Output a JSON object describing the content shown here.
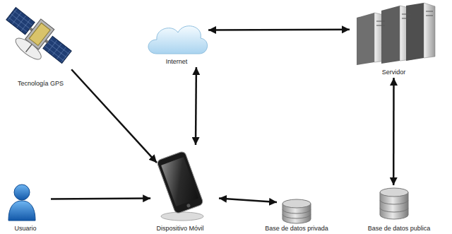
{
  "diagram": {
    "nodes": [
      {
        "text": [
          "Tecnología GPS"
        ]
      },
      {
        "text": [
          "Internet"
        ]
      },
      {
        "text": [
          "Servidor"
        ]
      },
      {
        "text": [
          "Usuario"
        ]
      },
      {
        "text": [
          "Dispositivo Móvil"
        ]
      },
      {
        "text": [
          "Base de datos privada"
        ]
      },
      {
        "text": [
          "Base de datos publica"
        ]
      }
    ],
    "edges": [
      {
        "from": 0,
        "to": 4,
        "arrow": "to"
      },
      {
        "from": 3,
        "to": 4,
        "arrow": "to"
      },
      {
        "from": 4,
        "to": 1,
        "arrow": "both"
      },
      {
        "from": 1,
        "to": 2,
        "arrow": "both"
      },
      {
        "from": 2,
        "to": 6,
        "arrow": "both"
      },
      {
        "from": 4,
        "to": 5,
        "arrow": "both"
      }
    ]
  }
}
